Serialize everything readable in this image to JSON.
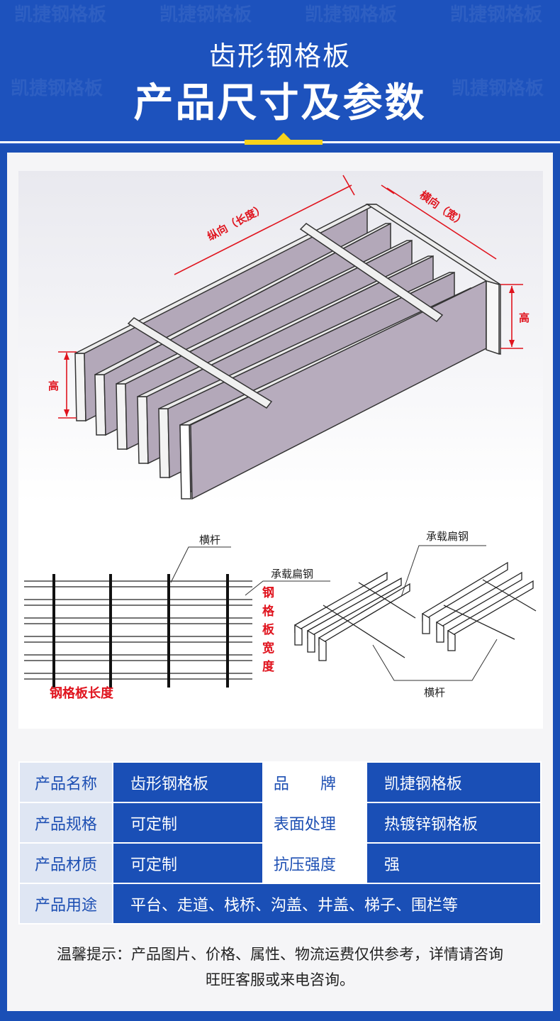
{
  "header": {
    "subtitle": "齿形钢格板",
    "title": "产品尺寸及参数",
    "watermark": "凯捷钢格板"
  },
  "figure": {
    "top_labels": {
      "length": "纵向（长度）",
      "width": "横向（宽）",
      "height_left": "高",
      "height_right": "高"
    },
    "bottom_labels": {
      "crossbar_top": "横杆",
      "bearing_bar_1": "承载扁钢",
      "bearing_bar_2": "承载扁钢",
      "grating_width": "钢格板宽度",
      "grating_length": "钢格板长度",
      "crossbar_bottom": "横杆"
    }
  },
  "specs": {
    "row1": {
      "label1": "产品名称",
      "value1": "齿形钢格板",
      "label2": "品　　牌",
      "value2": "凯捷钢格板"
    },
    "row2": {
      "label1": "产品规格",
      "value1": "可定制",
      "label2": "表面处理",
      "value2": "热镀锌钢格板"
    },
    "row3": {
      "label1": "产品材质",
      "value1": "可定制",
      "label2": "抗压强度",
      "value2": "强"
    },
    "row4": {
      "label1": "产品用途",
      "value1": "平台、走道、栈桥、沟盖、井盖、梯子、围栏等"
    }
  },
  "note": {
    "line1": "温馨提示：产品图片、价格、属性、物流运费仅供参考，详情请咨询",
    "line2": "旺旺客服或来电咨询。"
  },
  "colors": {
    "brand_blue": "#1a4fb6",
    "accent_yellow": "#f7d21a",
    "dimension_red": "#e0141e",
    "label_bg": "#dfe6f3"
  }
}
